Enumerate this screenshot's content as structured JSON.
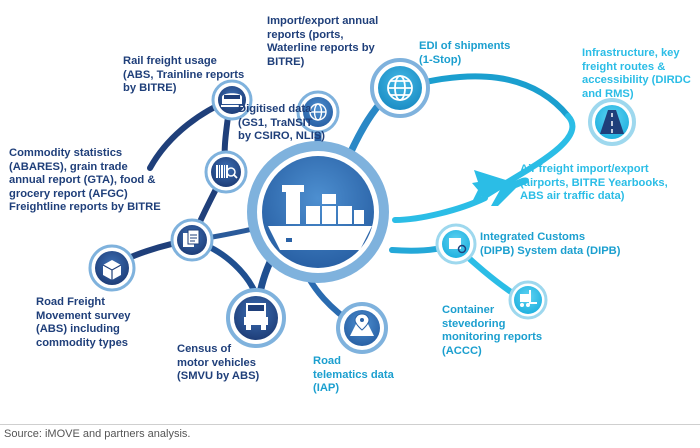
{
  "colors": {
    "dark_blue": "#1f3f7a",
    "mid_blue": "#2a6bb0",
    "teal": "#1b9fcf",
    "cyan": "#2bbde6",
    "ring": "#7fb2dd"
  },
  "labels": {
    "import_export": [
      "Import/export annual",
      "reports (ports,",
      "Waterline reports by",
      "BITRE)"
    ],
    "edi": [
      "EDI of shipments",
      "(1-Stop)"
    ],
    "infrastructure": [
      "Infrastructure, key",
      "freight routes &",
      "accessibility (DIRDC",
      "and RMS)"
    ],
    "rail": [
      "Rail freight usage",
      "(ABS, Trainline reports",
      "by BITRE)"
    ],
    "digitised": [
      "Digitised data",
      "(GS1, TraNSIT",
      "by CSIRO, NLIS)"
    ],
    "commodity": [
      "Commodity statistics",
      "(ABARES), grain trade",
      "annual report (GTA), food &",
      "grocery report (AFGC)",
      "Freightline reports by BITRE"
    ],
    "air": [
      "Air freight import/export",
      "(airports, BITRE Yearbooks,",
      "ABS air traffic data)"
    ],
    "customs": [
      "Integrated Customs",
      "(DIPB) System data (DIPB)"
    ],
    "road_survey": [
      "Road Freight",
      "Movement survey",
      "(ABS) including",
      "commodity types"
    ],
    "container": [
      "Container",
      "stevedoring",
      "monitoring reports",
      "(ACCC)"
    ],
    "census": [
      "Census of",
      "motor vehicles",
      "(SMVU by ABS)"
    ],
    "telematics": [
      "Road",
      "telematics data",
      "(IAP)"
    ]
  },
  "icons": {
    "center": "cargo-ship-icon",
    "import_export": "globe-icon",
    "edi": "globe-network-icon",
    "infrastructure": "road-icon",
    "rail": "train-icon",
    "digitised": "barcode-icon",
    "commodity": "documents-icon",
    "air": "airplane-icon",
    "customs": "box-scan-icon",
    "road_survey": "parcel-icon",
    "container": "forklift-icon",
    "census": "truck-icon",
    "telematics": "map-pin-icon"
  },
  "source": "Source:  iMOVE and partners analysis."
}
